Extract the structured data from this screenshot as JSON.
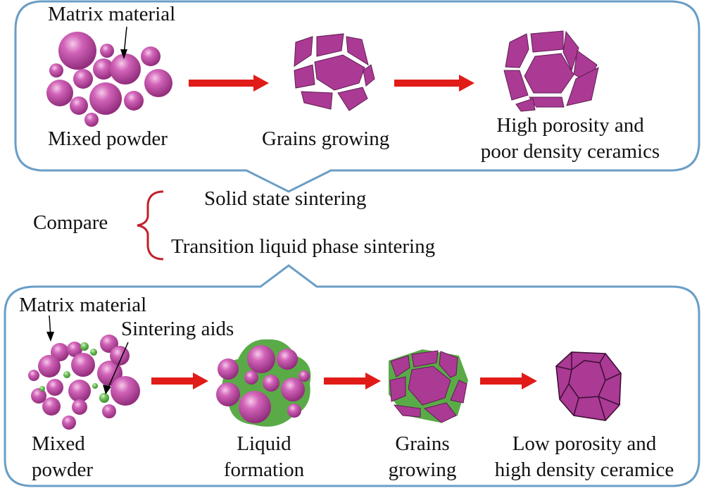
{
  "solid_state": {
    "matrix_label": "Matrix material",
    "steps": [
      "Mixed powder",
      "Grains growing"
    ],
    "result_line1": "High porosity and",
    "result_line2": "poor density ceramics"
  },
  "compare": {
    "label": "Compare",
    "option_1": "Solid state sintering",
    "option_2": "Transition liquid phase sintering"
  },
  "liquid_phase": {
    "matrix_label": "Matrix material",
    "aids_label": "Sintering aids",
    "step1_line1": "Mixed",
    "step1_line2": "powder",
    "step2_line1": "Liquid",
    "step2_line2": "formation",
    "step3_line1": "Grains",
    "step3_line2": "growing",
    "result_line1": "Low porosity and",
    "result_line2": "high density ceramice"
  },
  "colors": {
    "panel_border": "#6a9ec6",
    "arrow": "#e11b17",
    "brace": "#c0202a",
    "matrix": "#b33e98",
    "grain": "#ab3a94",
    "liquid": "#5aab47"
  }
}
